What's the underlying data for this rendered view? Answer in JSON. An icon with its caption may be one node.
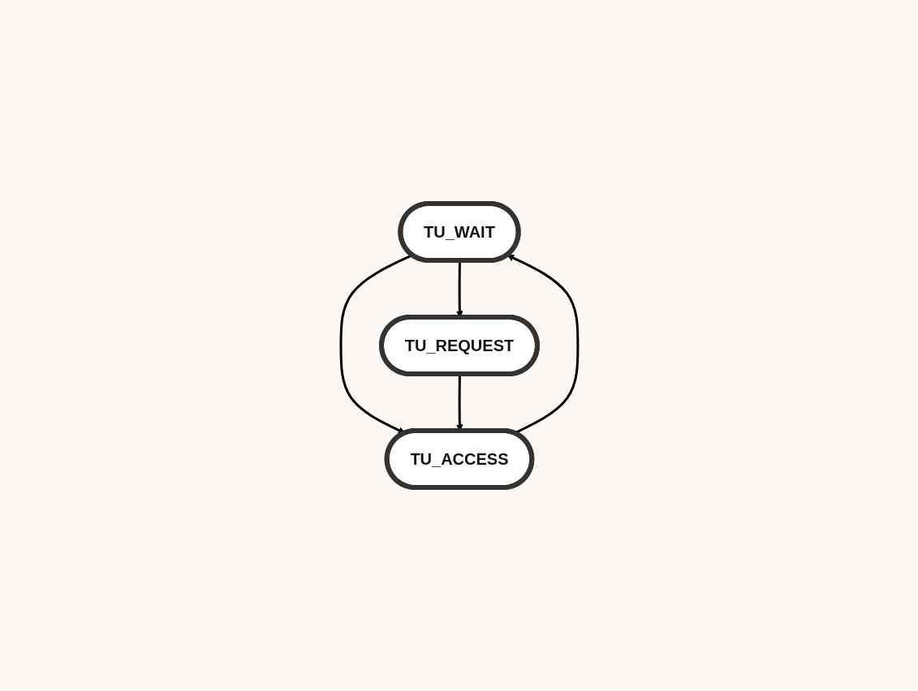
{
  "diagram": {
    "nodes": [
      {
        "text": [
          "TU_WAIT"
        ]
      },
      {
        "text": [
          "TU_REQUEST"
        ]
      },
      {
        "text": [
          "TU_ACCESS"
        ]
      }
    ],
    "edges": [
      {
        "from": 0,
        "to": 1,
        "arrow": "to"
      },
      {
        "from": 0,
        "to": 2,
        "arrow": "to"
      },
      {
        "from": 1,
        "to": 2,
        "arrow": "to"
      },
      {
        "from": 2,
        "to": 0,
        "arrow": "to"
      }
    ]
  }
}
